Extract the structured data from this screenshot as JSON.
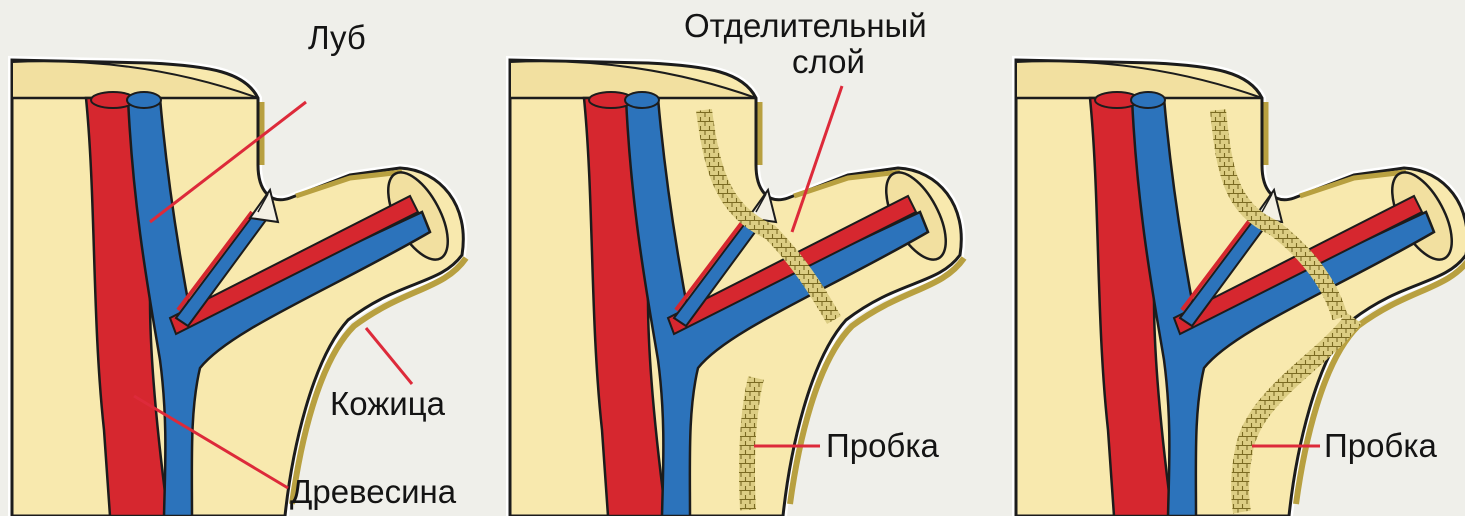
{
  "labels": {
    "lub": "Луб",
    "separation_layer_line1": "Отделительный",
    "separation_layer_line2": "слой",
    "skin": "Кожица",
    "cork_1": "Пробка",
    "cork_2": "Пробка",
    "wood": "Древесина"
  },
  "colors": {
    "background": "#efefea",
    "tissue": "#f8e9ae",
    "outline": "#1c1c1c",
    "skin": "#b8a040",
    "wood_red": "#d6272f",
    "phloem_blue": "#2c73bb",
    "cork": "#c2ad55",
    "leader_line": "#dd2a3a"
  }
}
